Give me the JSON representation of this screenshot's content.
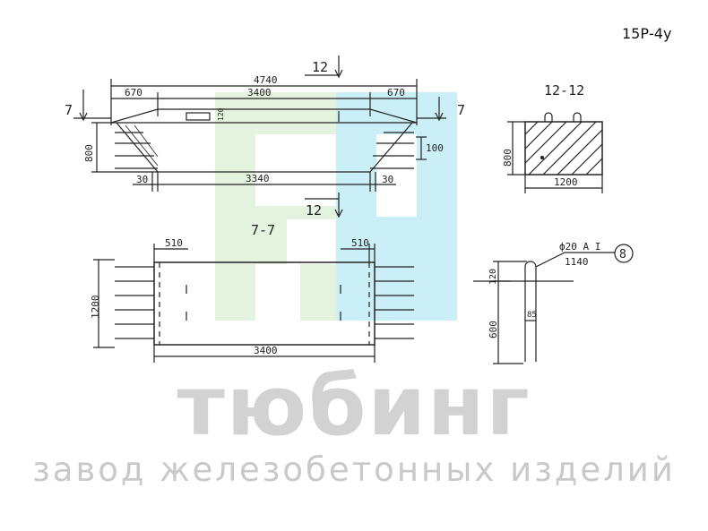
{
  "drawing_code": "15Р-4у",
  "brand": {
    "name": "тюбинг",
    "tagline": "завод железобетонных изделий",
    "colors": {
      "green": "#c7e6bd",
      "cyan": "#bfeaf8",
      "gray": "#d2d2d2"
    }
  },
  "dimensions": {
    "total_length": "4740",
    "top_length": "3400",
    "end_left": "670",
    "end_right": "670",
    "cap_height": "120",
    "height": "800",
    "step": "100",
    "bottom_length": "3340",
    "offset_left": "30",
    "offset_right": "30",
    "plan_end_left": "510",
    "plan_end_right": "510",
    "plan_width": "1200",
    "plan_length": "3400",
    "section_height": "800",
    "section_width": "1200",
    "loop_height_top": "120",
    "loop_height": "600",
    "loop_width": "85",
    "rebar_spec": "ф20 А I",
    "rebar_length": "1140",
    "rebar_mark": "8"
  },
  "labels": {
    "cut_7": "7",
    "cut_12": "12",
    "section_12_12": "12-12",
    "section_7_7": "7-7"
  }
}
